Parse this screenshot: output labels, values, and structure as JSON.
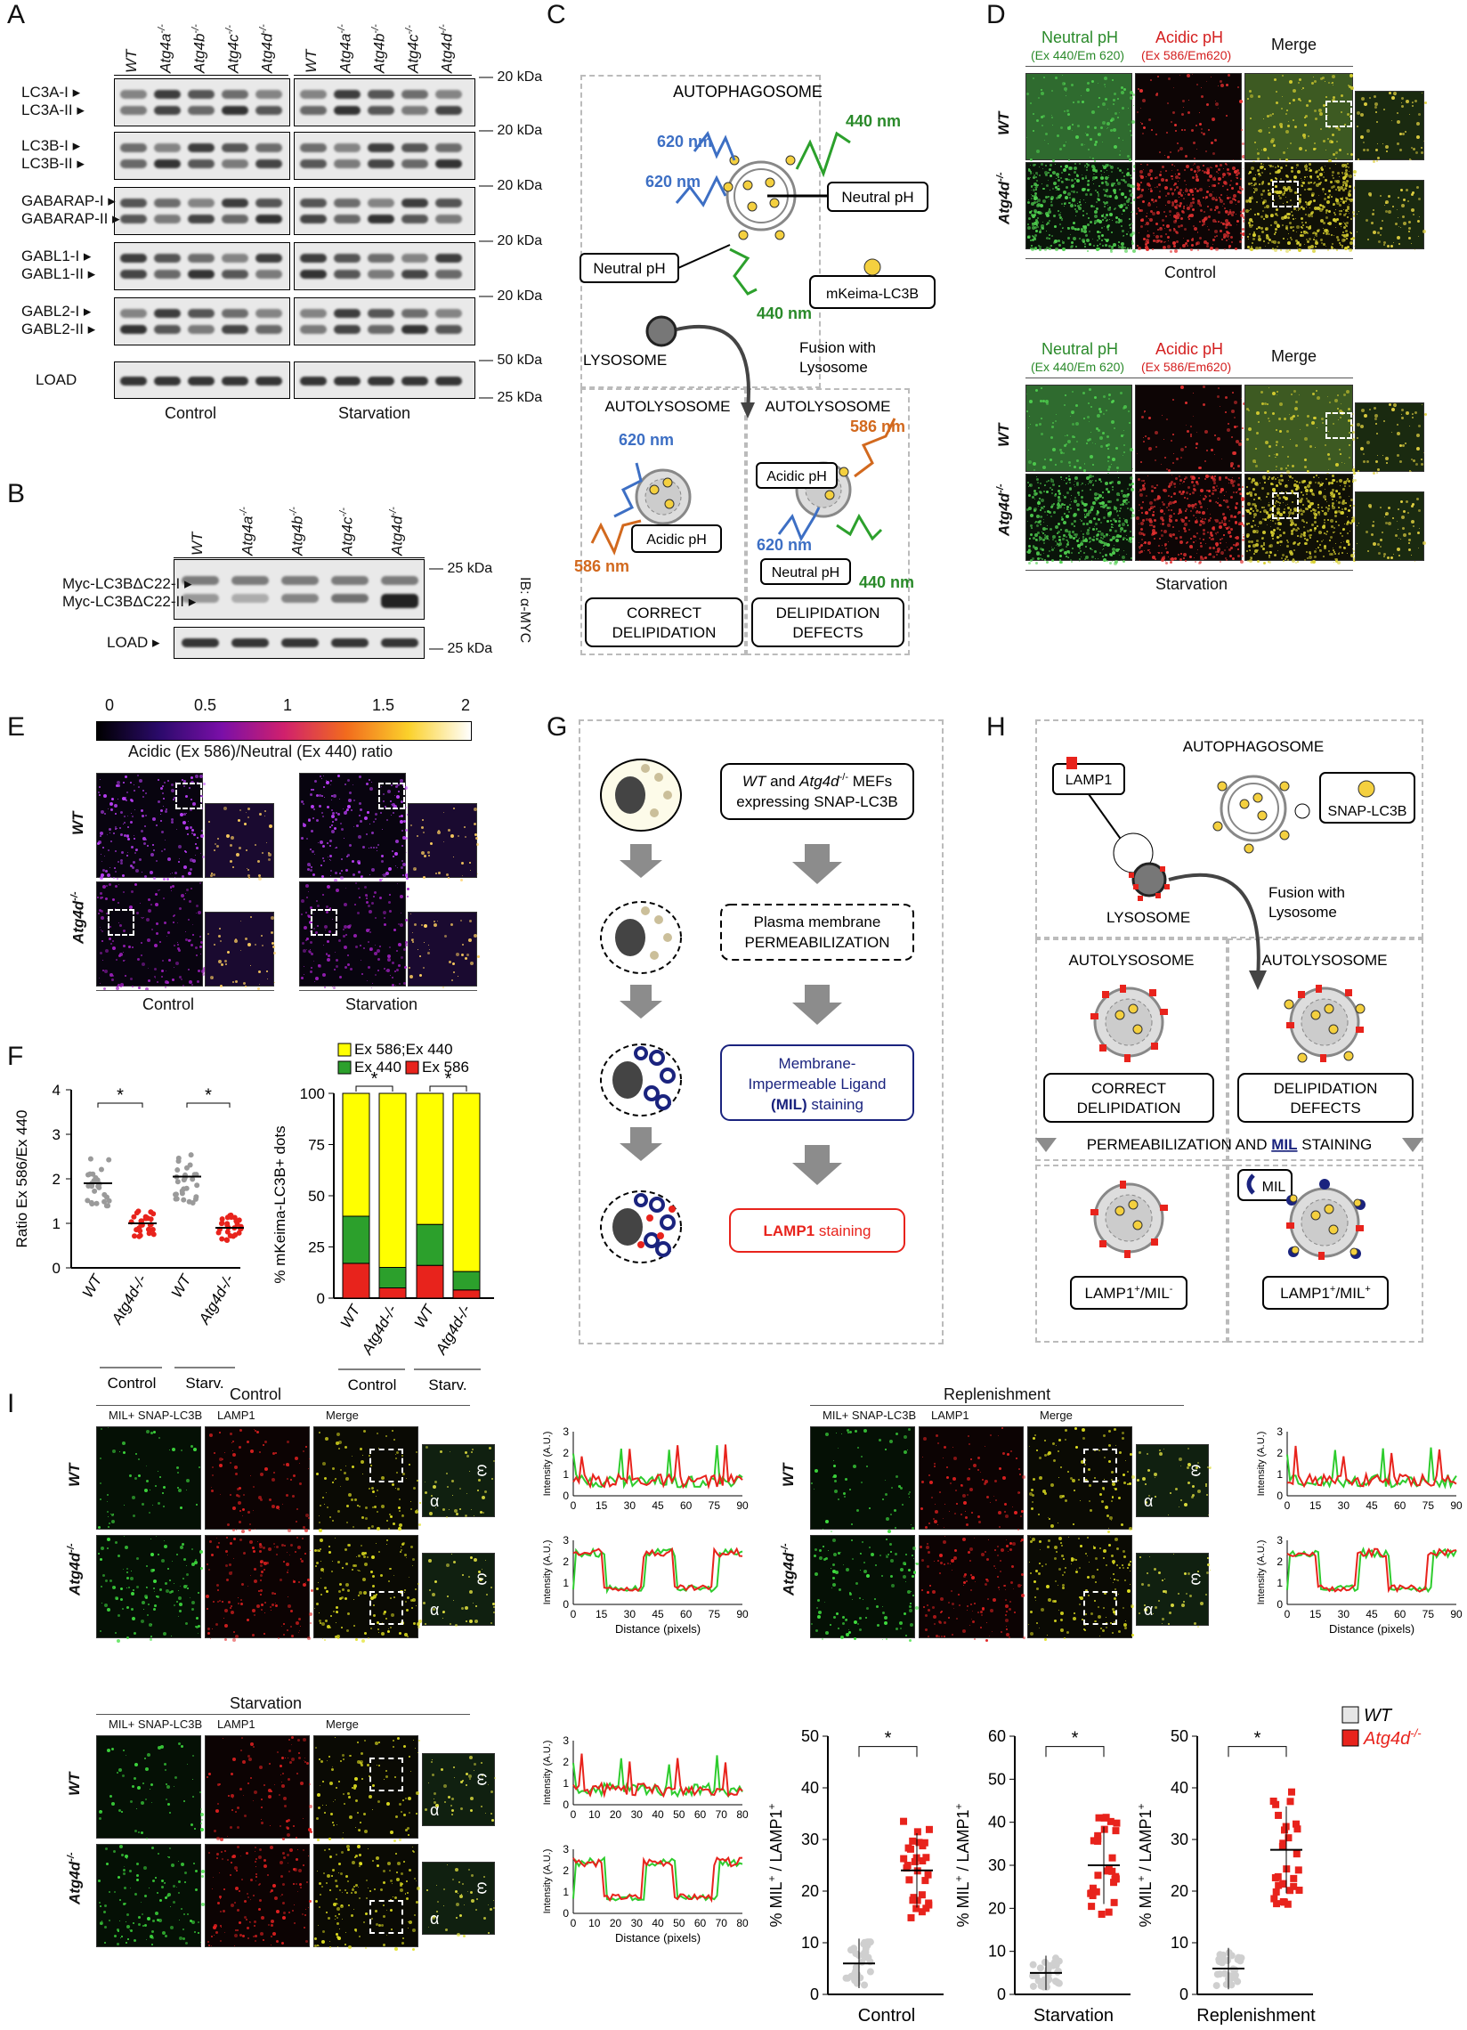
{
  "panels": {
    "A": "A",
    "B": "B",
    "C": "C",
    "D": "D",
    "E": "E",
    "F": "F",
    "G": "G",
    "H": "H",
    "I": "I"
  },
  "panelA": {
    "lanes": [
      "WT",
      "Atg4a-/-",
      "Atg4b-/-",
      "Atg4c-/-",
      "Atg4d-/-",
      "WT",
      "Atg4a-/-",
      "Atg4b-/-",
      "Atg4c-/-",
      "Atg4d-/-"
    ],
    "rows": [
      {
        "l1": "LC3A-I",
        "l2": "LC3A-II",
        "kda": "20 kDa"
      },
      {
        "l1": "LC3B-I",
        "l2": "LC3B-II",
        "kda": "20 kDa"
      },
      {
        "l1": "GABARAP-I",
        "l2": "GABARAP-II",
        "kda": "20 kDa"
      },
      {
        "l1": "GABL1-I",
        "l2": "GABL1-II",
        "kda": "20 kDa"
      },
      {
        "l1": "GABL2-I",
        "l2": "GABL2-II",
        "kda": "20 kDa"
      },
      {
        "l1": "LOAD",
        "l2": "",
        "kda": "50 kDa"
      }
    ],
    "kda_last": "25 kDa",
    "group1": "Control",
    "group2": "Starvation"
  },
  "panelB": {
    "lanes": [
      "WT",
      "Atg4a-/-",
      "Atg4b-/-",
      "Atg4c-/-",
      "Atg4d-/-"
    ],
    "l1": "Myc-LC3BΔC22-I",
    "l2": "Myc-LC3BΔC22-II",
    "load": "LOAD",
    "kda1": "25 kDa",
    "kda2": "25 kDa",
    "ib": "IB: α-MYC"
  },
  "panelC": {
    "autophagosome": "AUTOPHAGOSOME",
    "n620a": "620 nm",
    "n620b": "620 nm",
    "n440": "440 nm",
    "n440b": "440 nm",
    "neutral1": "Neutral pH",
    "neutral2": "Neutral pH",
    "mkeima": "mKeima-LC3B",
    "lysosome": "LYSOSOME",
    "fusion": "Fusion with Lysosome",
    "autolys1": "AUTOLYSOSOME",
    "autolys2": "AUTOLYSOSOME",
    "n620c": "620 nm",
    "n586a": "586 nm",
    "acidic1": "Acidic pH",
    "n586b": "586 nm",
    "acidic2": "Acidic pH",
    "n620d": "620 nm",
    "neutral3": "Neutral pH",
    "n440c": "440 nm",
    "correct": "CORRECT DELIPIDATION",
    "defects": "DELIPIDATION DEFECTS"
  },
  "panelD": {
    "h1": "Neutral pH",
    "h1s": "(Ex 440/Em 620)",
    "h2": "Acidic pH",
    "h2s": "(Ex 586/Em620)",
    "h3": "Merge",
    "r1": "WT",
    "r2": "Atg4d-/-",
    "cond1": "Control",
    "cond2": "Starvation"
  },
  "panelE": {
    "scale": [
      "0",
      "0.5",
      "1",
      "1.5",
      "2"
    ],
    "scale_label": "Acidic (Ex 586)/Neutral (Ex 440) ratio",
    "r1": "WT",
    "r2": "Atg4d-/-",
    "c1": "Control",
    "c2": "Starvation"
  },
  "panelF": {
    "ylabel1": "Ratio Ex 586/Ex 440",
    "ylabel2": "% mKeima-LC3B+ dots",
    "legend": [
      "Ex 586;Ex 440",
      "Ex 440",
      "Ex 586"
    ],
    "xl": [
      "WT",
      "Atg4d-/-",
      "WT",
      "Atg4d-/-"
    ],
    "g1": "Control",
    "g2": "Starv.",
    "star": "*"
  },
  "panelG": {
    "s1": "WT and Atg4d-/- MEFs expressing SNAP-LC3B",
    "s2a": "Plasma membrane",
    "s2b": "PERMEABILIZATION",
    "s3a": "Membrane-",
    "s3b": "Impermeable Ligand",
    "s3c": "(MIL) staining",
    "s4": "LAMP1 staining"
  },
  "panelH": {
    "lamp1": "LAMP1",
    "snap": "SNAP-LC3B",
    "autophagosome": "AUTOPHAGOSOME",
    "lysosome": "LYSOSOME",
    "fusion": "Fusion with Lysosome",
    "al1": "AUTOLYSOSOME",
    "al2": "AUTOLYSOSOME",
    "correct": "CORRECT DELIPIDATION",
    "defects": "DELIPIDATION DEFECTS",
    "perm": "PERMEABILIZATION AND MIL STAINING",
    "mil": "MIL",
    "res1": "LAMP1+/MIL-",
    "res2": "LAMP1+/MIL+"
  },
  "panelI": {
    "control": "Control",
    "starvation": "Starvation",
    "replenishment": "Replenishment",
    "h1": "MIL+ SNAP-LC3B",
    "h2": "LAMP1",
    "h3": "Merge",
    "r1": "WT",
    "r2": "Atg4d-/-",
    "alpha": "α",
    "omega": "ω",
    "ylab": "Intensity (A.U.)",
    "xlab": "Distance (pixels)",
    "ylab_dots": "% MIL+ / LAMP1+",
    "legend": [
      "WT",
      "Atg4d-/-"
    ],
    "dot_groups": [
      "Control",
      "Starvation",
      "Replenishment"
    ]
  },
  "chart_data": [
    {
      "type": "scatter",
      "ylabel": "Ratio Ex 586/Ex 440",
      "ylim": [
        0,
        4
      ],
      "categories": [
        "WT",
        "Atg4d-/-",
        "WT",
        "Atg4d-/-"
      ],
      "groups": [
        "Control",
        "Starv."
      ],
      "means": [
        1.9,
        1.0,
        2.05,
        0.9
      ]
    },
    {
      "type": "bar",
      "stacked": true,
      "ylabel": "% mKeima-LC3B+ dots",
      "ylim": [
        0,
        100
      ],
      "categories": [
        "WT",
        "Atg4d-/-",
        "WT",
        "Atg4d-/-"
      ],
      "series": [
        {
          "name": "Ex 586",
          "values": [
            17,
            5,
            16,
            4
          ]
        },
        {
          "name": "Ex 440",
          "values": [
            23,
            10,
            20,
            9
          ]
        },
        {
          "name": "Ex 586;Ex 440",
          "values": [
            60,
            85,
            64,
            87
          ]
        }
      ]
    },
    {
      "type": "scatter",
      "ylabel": "% MIL+ / LAMP1+",
      "ylim": [
        0,
        50
      ],
      "categories": [
        "WT",
        "Atg4d-/-"
      ],
      "group": "Control",
      "means": [
        6,
        24
      ]
    },
    {
      "type": "scatter",
      "ylabel": "% MIL+ / LAMP1+",
      "ylim": [
        0,
        60
      ],
      "categories": [
        "WT",
        "Atg4d-/-"
      ],
      "group": "Starvation",
      "means": [
        5,
        30
      ]
    },
    {
      "type": "scatter",
      "ylabel": "% MIL+ / LAMP1+",
      "ylim": [
        0,
        50
      ],
      "categories": [
        "WT",
        "Atg4d-/-"
      ],
      "group": "Replenishment",
      "means": [
        5,
        28
      ]
    }
  ],
  "colors": {
    "green": "#2ca02c",
    "red": "#e8231c",
    "yellow": "#ffff00",
    "blue": "#3d6fc4",
    "orange": "#d2691e",
    "navy": "#1a237e"
  }
}
